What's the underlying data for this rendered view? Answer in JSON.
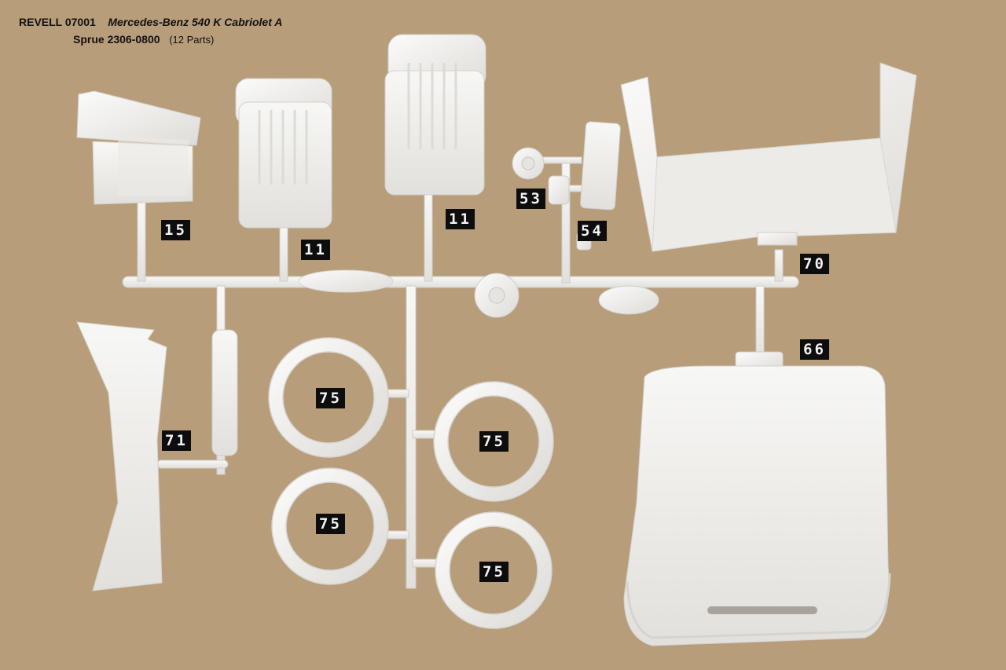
{
  "header": {
    "kit": "REVELL 07001",
    "model": "Mercedes-Benz 540 K Cabriolet A",
    "sprue": "Sprue 2306-0800",
    "count": "(12 Parts)"
  },
  "part_labels": {
    "seat_a": "15",
    "seat_b": "11",
    "seat_c": "11",
    "hub": "53",
    "plate": "54",
    "body_shell": "70",
    "hood": "66",
    "panel": "71",
    "tire_1": "75",
    "tire_2": "75",
    "tire_3": "75",
    "tire_4": "75"
  },
  "colors": {
    "background": "#b89d7a",
    "plastic": "#f4f4f2",
    "plastic_shade": "#d9d9d6",
    "label_bg": "#0d0d0d"
  }
}
